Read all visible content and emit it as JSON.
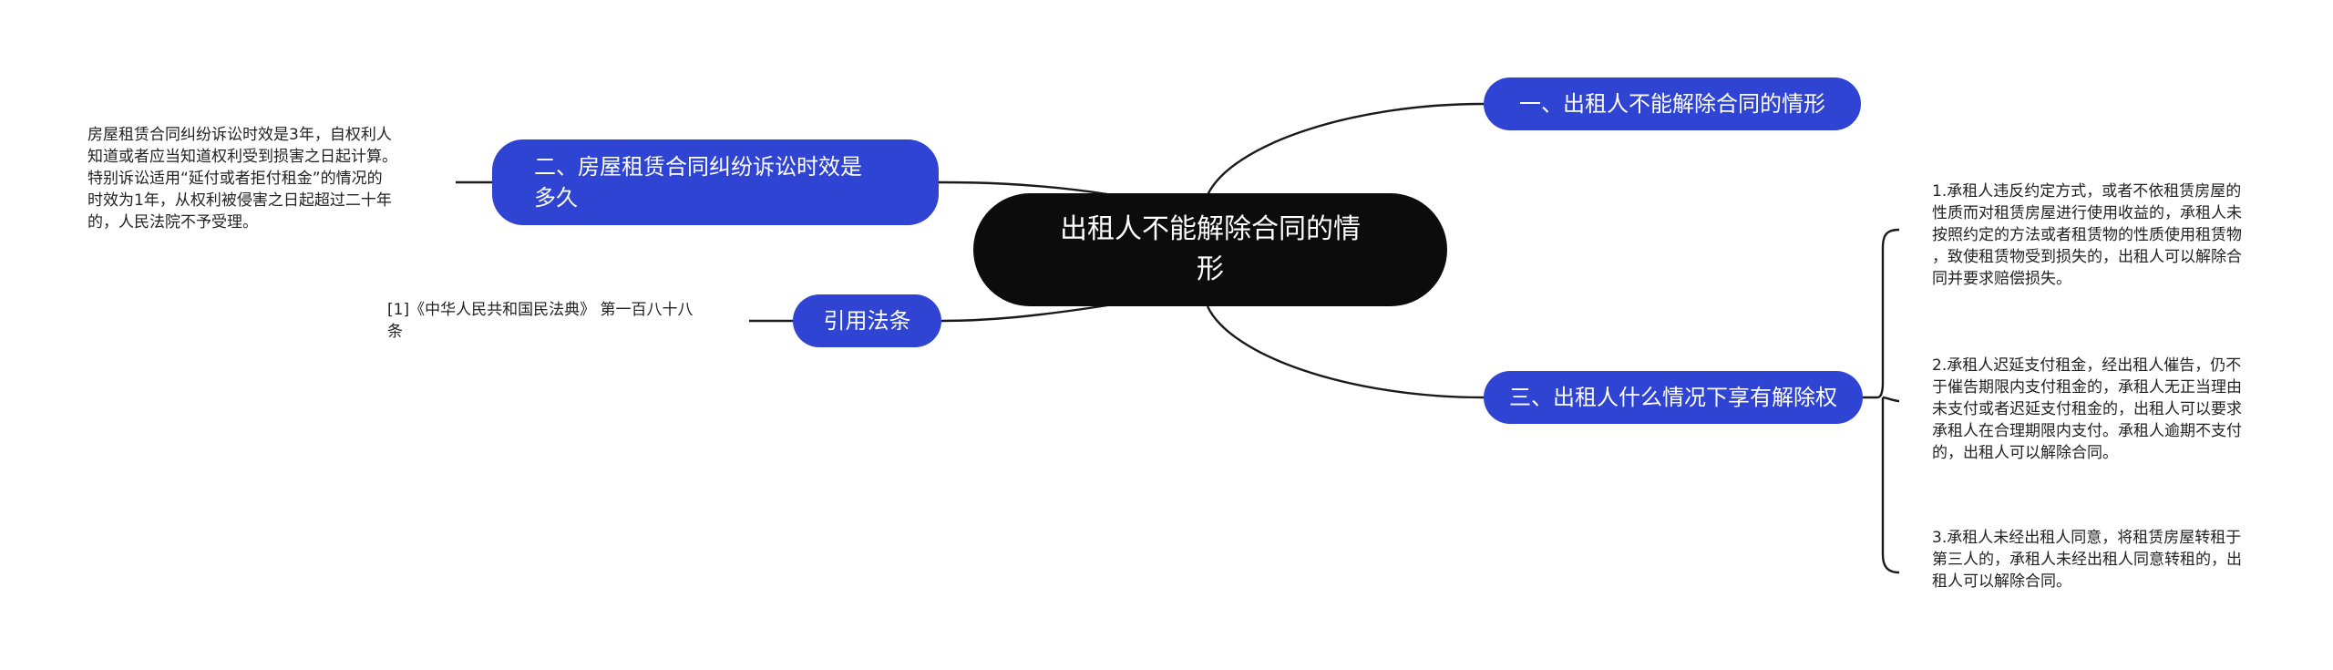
{
  "root": {
    "label": "出租人不能解除合同的情\n形"
  },
  "topics": [
    {
      "label": "一、出租人不能解除合同的情形"
    },
    {
      "label": "二、房屋租赁合同纠纷诉讼时效是\n多久"
    },
    {
      "label": "引用法条"
    },
    {
      "label": "三、出租人什么情况下享有解除权"
    }
  ],
  "leaves": {
    "limitation": "房屋租赁合同纠纷诉讼时效是3年，自权利人\n知道或者应当知道权利受到损害之日起计算。\n特别诉讼适用“延付或者拒付租金”的情况的\n时效为1年，从权利被侵害之日起超过二十年\n的，人民法院不予受理。",
    "citation": "[1]《中华人民共和国民法典》 第一百八十八\n条",
    "rights": [
      "1.承租人违反约定方式，或者不依租赁房屋的\n性质而对租赁房屋进行使用收益的，承租人未\n按照约定的方法或者租赁物的性质使用租赁物\n，致使租赁物受到损失的，出租人可以解除合\n同并要求赔偿损失。",
      "2.承租人迟延支付租金，经出租人催告，仍不\n于催告期限内支付租金的，承租人无正当理由\n未支付或者迟延支付租金的，出租人可以要求\n承租人在合理期限内支付。承租人逾期不支付\n的，出租人可以解除合同。",
      "3.承租人未经出租人同意，将租赁房屋转租于\n第三人的，承租人未经出租人同意转租的，出\n租人可以解除合同。"
    ]
  },
  "colors": {
    "root_bg": "#0c0c0c",
    "topic_bg": "#2f44d3",
    "line": "#1a1a1a",
    "text": "#222222"
  }
}
